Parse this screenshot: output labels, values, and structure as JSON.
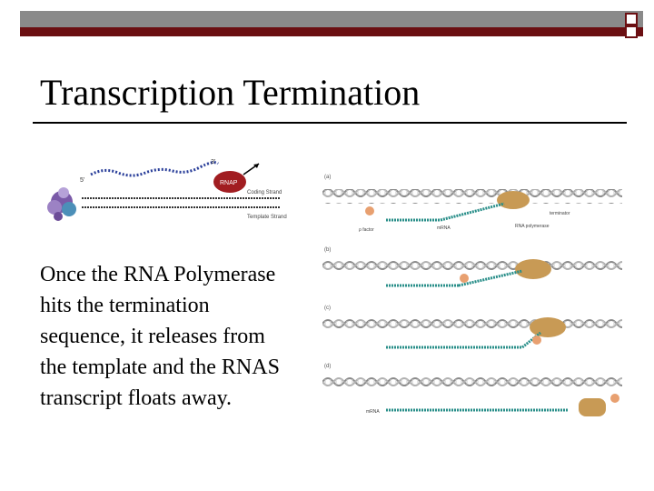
{
  "slide": {
    "title": "Transcription Termination",
    "body": "Once the RNA Polymerase hits the termination sequence, it releases from the template and the RNAS transcript floats away."
  },
  "diagram_left": {
    "rnap_label": "RNAP",
    "coding_strand_label": "Coding Strand",
    "template_strand_label": "Template Strand",
    "end_3": "3'",
    "end_5": "5'"
  },
  "diagram_right": {
    "panels": [
      "(a)",
      "(b)",
      "(c)",
      "(d)"
    ],
    "rho_factor_label": "ρ factor",
    "mrna_label": "mRNA",
    "rna_polymerase_label": "RNA polymerase",
    "terminator_label": "terminator",
    "mrna_label_d": "mRNA"
  },
  "colors": {
    "header_gray": "#8a8a8a",
    "header_red": "#6b0f12",
    "dna_gray": "#9a9a9a",
    "rna_teal": "#2a8f8a",
    "polymerase_tan": "#c89a55",
    "rnap_red": "#a11d21"
  }
}
